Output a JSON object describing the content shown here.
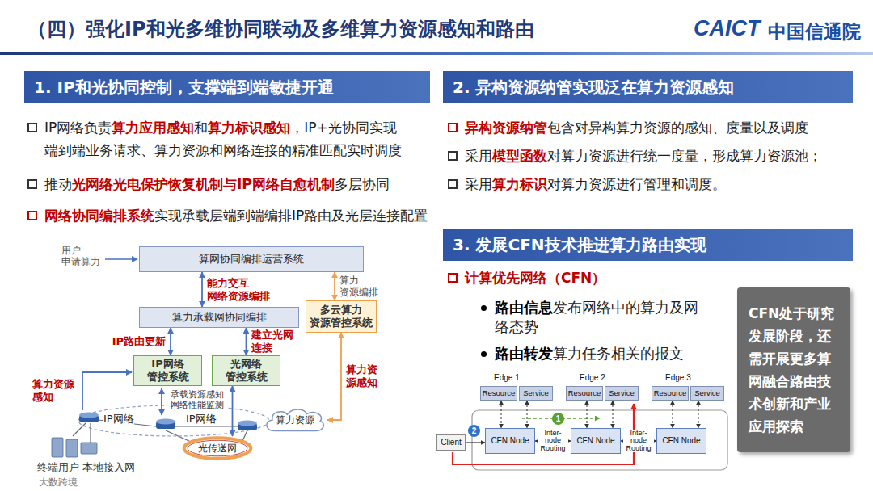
{
  "diagram": {
    "title": "（四）强化IP和光多维协同联动及多维算力资源感知和路由",
    "nodes": [
      {
        "text": [
          "1. IP和光协同控制，支撑端到端敏捷开通"
        ]
      },
      {
        "text": [
          "算网协同编排运营系统"
        ]
      },
      {
        "text": [
          "算力承载网协同编排"
        ]
      },
      {
        "text": [
          "多云算力 资源管控系统"
        ]
      },
      {
        "text": [
          "IP网络 管控系统"
        ]
      },
      {
        "text": [
          "光网络 管控系统"
        ]
      },
      {
        "text": [
          "算力资源"
        ]
      },
      {
        "text": [
          "光传送网"
        ]
      },
      {
        "text": [
          "2. 异构资源纳管实现泛在算力资源感知"
        ]
      },
      {
        "text": [
          "3. 发展CFN技术推进算力路由实现"
        ]
      },
      {
        "text": [
          "CFN处于研究发展阶段，还需开展更多算网融合路由技术创新和产业应用探索"
        ]
      },
      {
        "text": [
          "Resource"
        ]
      },
      {
        "text": [
          "Service"
        ]
      },
      {
        "text": [
          "Resource"
        ]
      },
      {
        "text": [
          "Service"
        ]
      },
      {
        "text": [
          "Resource"
        ]
      },
      {
        "text": [
          "Service"
        ]
      },
      {
        "text": [
          "Client"
        ]
      },
      {
        "text": [
          "CFN Node"
        ]
      },
      {
        "text": [
          "CFN Node"
        ]
      },
      {
        "text": [
          "CFN Node"
        ]
      }
    ],
    "edges": [
      {
        "from": 1,
        "to": 2,
        "arrow": "both",
        "label": "能力交互 网络资源编排"
      },
      {
        "from": 1,
        "to": 3,
        "arrow": "both",
        "label": "算力 资源编排"
      },
      {
        "from": 2,
        "to": 4,
        "arrow": "both",
        "label": "IP路由更新"
      },
      {
        "from": 2,
        "to": 5,
        "arrow": "both",
        "label": "建立光网 连接"
      },
      {
        "from": 3,
        "to": 6,
        "arrow": "both",
        "label": "算力资 源感知"
      },
      {
        "from": 5,
        "to": 7,
        "arrow": "both"
      },
      {
        "from": 11,
        "to": 18,
        "arrow": "both"
      },
      {
        "from": 12,
        "to": 18,
        "arrow": "both"
      },
      {
        "from": 13,
        "to": 19,
        "arrow": "both"
      },
      {
        "from": 14,
        "to": 19,
        "arrow": "both"
      },
      {
        "from": 15,
        "to": 20,
        "arrow": "both"
      },
      {
        "from": 16,
        "to": 20,
        "arrow": "both"
      },
      {
        "from": 17,
        "to": 18,
        "arrow": "to"
      },
      {
        "from": 18,
        "to": 19,
        "arrow": "both",
        "label": "Inter-node Routing"
      },
      {
        "from": 19,
        "to": 20,
        "arrow": "both",
        "label": "Inter-node Routing"
      }
    ],
    "labels": [
      "CAICT",
      "中国信通院",
      "IP网络负责",
      "算力应用感知",
      "和",
      "算力标识感知",
      "，IP+光协同实现端到端业务请求、算力资源和网络连接的精准匹配实时调度",
      "推动",
      "光网络光电保护恢复机制与IP网络自愈机制",
      "多层协同",
      "网络协同编排系统",
      "实现承载层端到端编排IP路由及光层连接配置",
      "用户 申请算力",
      "算力资源 感知",
      "承载资源感知 网络性能监测",
      "IP网络",
      "IP网络",
      "终端用户 本地接入网",
      "异构资源纳管",
      "包含对异构算力资源的感知、度量以及调度",
      "采用",
      "模型函数",
      "对算力资源进行统一度量，形成算力资源池；",
      "采用",
      "算力标识",
      "对算力资源进行管理和调度。",
      "计算优先网络（CFN）",
      "路由信息",
      "发布网络中的算力及网络态势",
      "路由转发",
      "算力任务相关的报文",
      "Edge 1",
      "Edge 2",
      "Edge 3",
      "1",
      "2",
      "CAICT 中国信通院",
      "CAICT 中国信通院",
      "大数跨境"
    ]
  }
}
